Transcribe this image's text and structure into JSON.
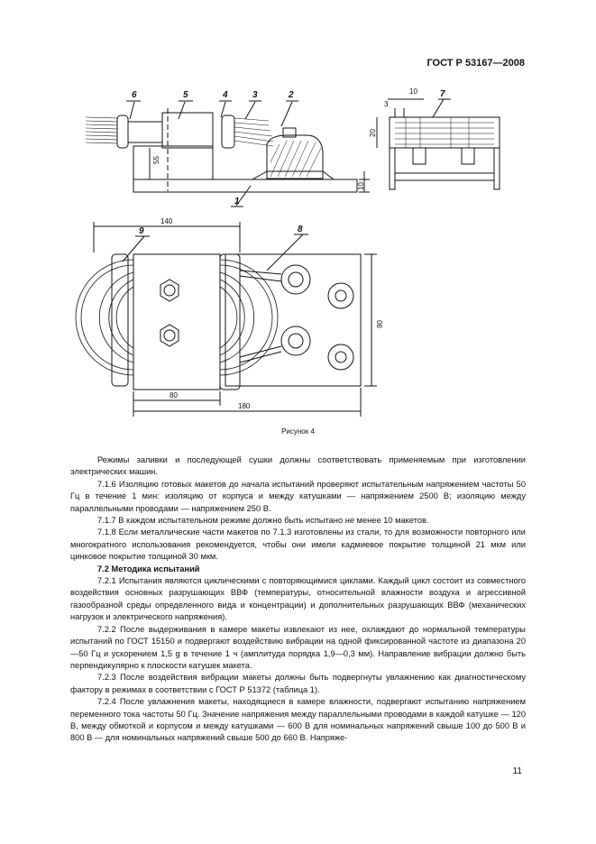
{
  "header": {
    "standard_id": "ГОСТ Р 53167—2008"
  },
  "figure": {
    "caption": "Рисунок 4",
    "callouts": [
      "1",
      "2",
      "3",
      "4",
      "5",
      "6",
      "7",
      "8",
      "9"
    ],
    "dims": {
      "d55": "55",
      "d10a": "10",
      "d10b": "10",
      "d3": "3",
      "d20": "20",
      "d140": "140",
      "d80": "80",
      "d90": "90",
      "d180": "180"
    }
  },
  "body": {
    "p1": "Режимы заливки и последующей сушки должны соответствовать применяемым при изготовлении электрических машин.",
    "p716": "7.1.6 Изоляцию готовых макетов до начала испытаний проверяют испытательным напряжением частоты 50 Гц в течение 1 мин: изоляцию от корпуса и между катушками — напряжением 2500 В; изоляцию между параллельными проводами — напряжением 250 В.",
    "p717": "7.1.7 В каждом испытательном режиме должно быть испытано не менее 10 макетов.",
    "p718": "7.1.8 Если металлические части макетов по 7.1.3 изготовлены из стали, то для возможности повторного или многократного использования рекомендуется, чтобы они имели кадмиевое покрытие толщиной 21 мкм или цинковое покрытие толщиной 30 мкм.",
    "h72": "7.2 Методика испытаний",
    "p721": "7.2.1 Испытания являются циклическими с повторяющимися циклами. Каждый цикл состоит из совместного воздействия основных разрушающих ВВФ (температуры, относительной влажности воздуха и агрессивной газообразной среды определенного вида и концентрации) и дополнительных разрушающих ВВФ (механических нагрузок и электрического напряжения).",
    "p722": "7.2.2 После выдерживания в камере макеты извлекают из нее, охлаждают до нормальной температуры испытаний по ГОСТ 15150 и подвергают воздействию вибрации на одной фиксированной частоте из диапазона 20—50 Гц и ускорением 1,5 g в течение 1 ч (амплитуда порядка 1,9—0,3 мм). Направление вибрации должно быть перпендикулярно к плоскости катушек макета.",
    "p723": "7.2.3 После воздействия вибрации макеты должны быть подвергнуты увлажнению как диагностическому фактору в режимах в соответствии с ГОСТ Р 51372 (таблица 1).",
    "p724": "7.2.4 После увлажнения макеты, находящиеся в камере влажности, подвергают испытанию напряжением переменного тока частоты 50 Гц. Значение напряжения между параллельными проводами в каждой катушке — 120 В, между обмоткой и корпусом и между катушками — 600 В для номинальных напряжений свыше 100 до 500 В и 800 В — для номинальных напряжений свыше 500 до 660 В. Напряже-"
  },
  "page_number": "11"
}
